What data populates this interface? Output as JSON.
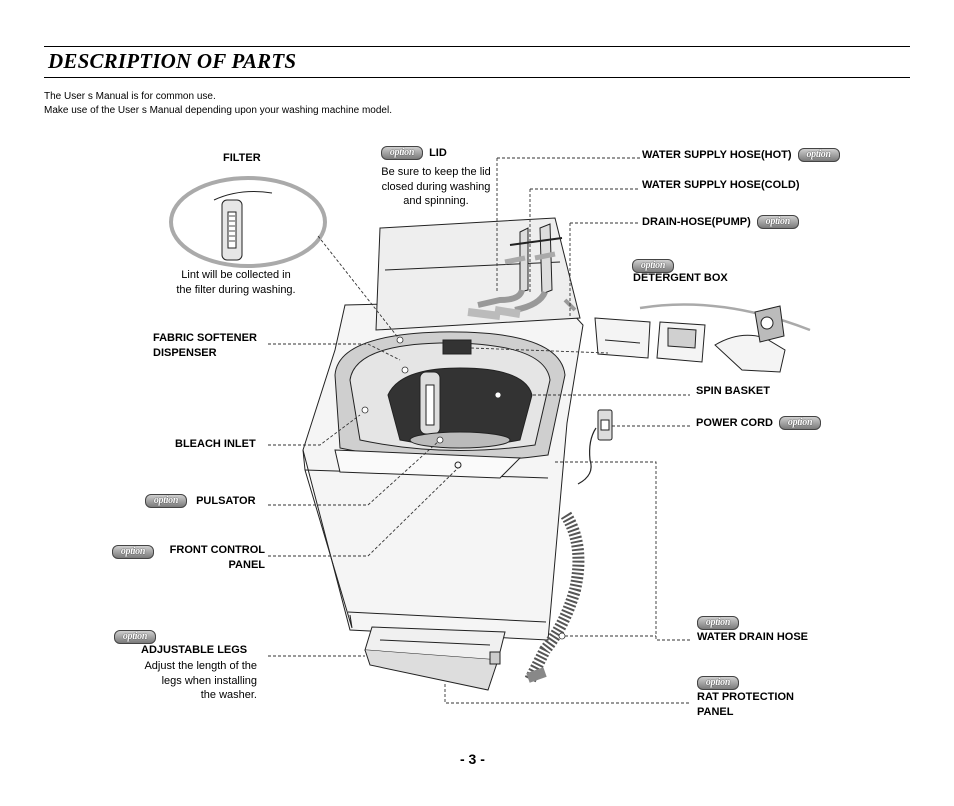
{
  "header": {
    "title": "DESCRIPTION OF PARTS"
  },
  "intro": {
    "line1": "The User s Manual is for common use.",
    "line2": "Make use of the User s Manual depending upon your washing machine model."
  },
  "option_badge": "option",
  "labels": {
    "filter": "FILTER",
    "filter_note_1": "Lint will be collected in",
    "filter_note_2": "the filter during washing.",
    "lid": "LID",
    "lid_note_1": "Be sure to keep the lid",
    "lid_note_2": "closed during washing",
    "lid_note_3": "and spinning.",
    "hose_hot": "WATER SUPPLY HOSE(HOT)",
    "hose_cold": "WATER SUPPLY HOSE(COLD)",
    "drain_pump": "DRAIN-HOSE(PUMP)",
    "detergent_box": "DETERGENT BOX",
    "fabric_softener_1": "FABRIC SOFTENER",
    "fabric_softener_2": "DISPENSER",
    "spin_basket": "SPIN BASKET",
    "power_cord": "POWER CORD",
    "bleach_inlet": "BLEACH INLET",
    "pulsator": "PULSATOR",
    "front_panel_1": "FRONT CONTROL",
    "front_panel_2": "PANEL",
    "adjustable_legs": "ADJUSTABLE LEGS",
    "legs_note_1": "Adjust the length of the",
    "legs_note_2": "legs when installing",
    "legs_note_3": "the washer.",
    "water_drain_hose": "WATER DRAIN HOSE",
    "rat_panel_1": "RAT PROTECTION",
    "rat_panel_2": "PANEL"
  },
  "footer": {
    "page_number": "- 3 -"
  }
}
